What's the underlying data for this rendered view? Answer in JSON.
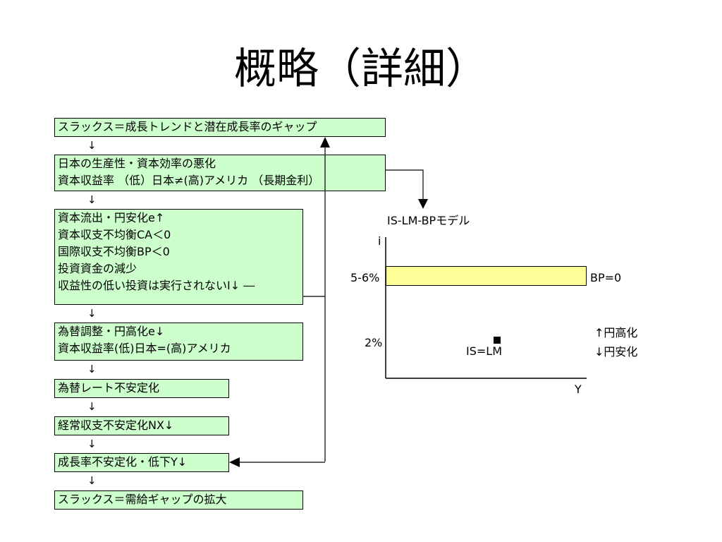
{
  "title": "概略（詳細）",
  "boxes": {
    "b1": [
      "スラックス＝成長トレンドと潜在成長率のギャップ"
    ],
    "b2": [
      "日本の生産性・資本効率の悪化",
      "資本収益率 （低）日本≠(高)アメリカ （長期金利）"
    ],
    "b3": [
      "資本流出・円安化e↑",
      "資本収支不均衡CA＜0",
      "国際収支不均衡BP＜0",
      "投資資金の減少",
      "収益性の低い投資は実行されないI↓ ―"
    ],
    "b4": [
      "為替調整・円高化e↓",
      "資本収益率(低)日本=(高)アメリカ"
    ],
    "b5": [
      "為替レート不安定化"
    ],
    "b6": [
      "経常収支不安定化NX↓"
    ],
    "b7": [
      "成長率不安定化・低下Y↓"
    ],
    "b8": [
      "スラックス＝需給ギャップの拡大"
    ]
  },
  "down_arrow": "↓",
  "model": {
    "title": "IS-LM-BPモデル",
    "y_axis_label": "i",
    "x_axis_label": "Y",
    "band_label": "5-6%",
    "bp_label": "BP=0",
    "rate_label": "2%",
    "equilibrium_label": "IS=LM",
    "legend_up": "↑円高化",
    "legend_down": "↓円安化"
  }
}
